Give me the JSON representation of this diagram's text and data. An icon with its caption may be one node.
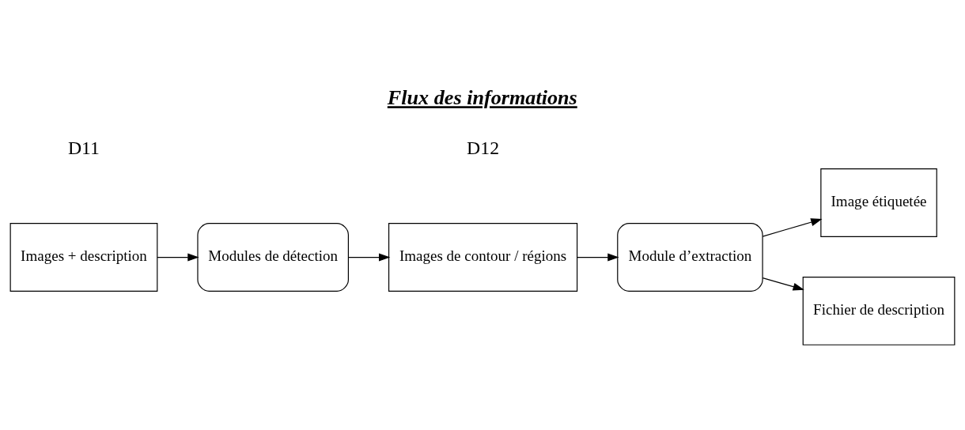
{
  "diagram": {
    "title": "Flux des informations",
    "nodes": [
      {
        "text": [
          "Images + description"
        ]
      },
      {
        "text": [
          "Modules de détection"
        ]
      },
      {
        "text": [
          "Images de contour / régions"
        ]
      },
      {
        "text": [
          "Module d’extraction"
        ]
      },
      {
        "text": [
          "Image étiquetée"
        ]
      },
      {
        "text": [
          "Fichier de description"
        ]
      }
    ],
    "edges": [
      {
        "from": 0,
        "to": 1,
        "arrow": "to"
      },
      {
        "from": 1,
        "to": 2,
        "arrow": "to"
      },
      {
        "from": 2,
        "to": 3,
        "arrow": "to"
      },
      {
        "from": 3,
        "to": 4,
        "arrow": "to"
      },
      {
        "from": 3,
        "to": 5,
        "arrow": "to"
      }
    ],
    "labels": [
      "D11",
      "D12"
    ]
  }
}
